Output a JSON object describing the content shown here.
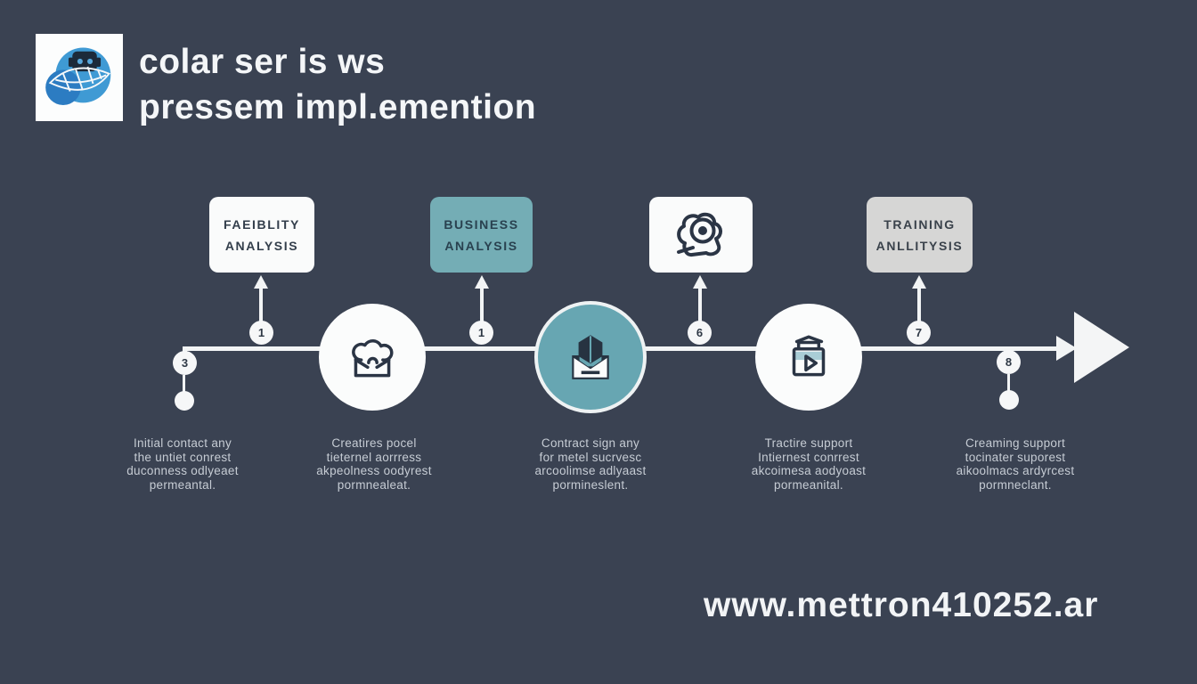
{
  "header": {
    "title_line1": "colar ser is ws",
    "title_line2": "pressem impl.emention",
    "logo_icon": "globe-robot-logo"
  },
  "boxes": [
    {
      "line1": "FAEIBLITY",
      "line2": "ANALYSIS"
    },
    {
      "line1": "BUSINESS",
      "line2": "ANALYSIS"
    },
    {
      "icon": "camera-gear-icon"
    },
    {
      "line1": "TRAINING",
      "line2": "ANLLITYSIS"
    }
  ],
  "timeline": {
    "marker_numbers": [
      "3",
      "1",
      "1",
      "6",
      "7",
      "8"
    ],
    "circle_icons": [
      "cloud-mail-icon",
      "cube-mail-icon",
      "box-play-icon"
    ]
  },
  "descriptions": [
    "Initial contact any\nthe untiet conrest\nduconness odlyeaet\npermeantal.",
    "Creatires pocel\ntieternel aorrress\nakpeolness oodyrest\npormnealeat.",
    "Contract sign any\nfor metel sucrvesc\narcoolimse adlyaast\npormineslent.",
    "Tractire support\nIntiernest conrrest\nakcoimesa aodyoast\npormeanital.",
    "Creaming support\ntocinater suporest\naikoolmacs ardyrcest\npormneclant."
  ],
  "footer": {
    "url": "www.mettron410252.ar"
  },
  "colors": {
    "background": "#3a4252",
    "accent_teal": "#74adb5",
    "circle_teal": "#67a6b2",
    "box_gray": "#d6d6d5",
    "line_white": "#f2f4f5",
    "icon_navy": "#2b3545",
    "desc_text": "#c6ccd4"
  }
}
